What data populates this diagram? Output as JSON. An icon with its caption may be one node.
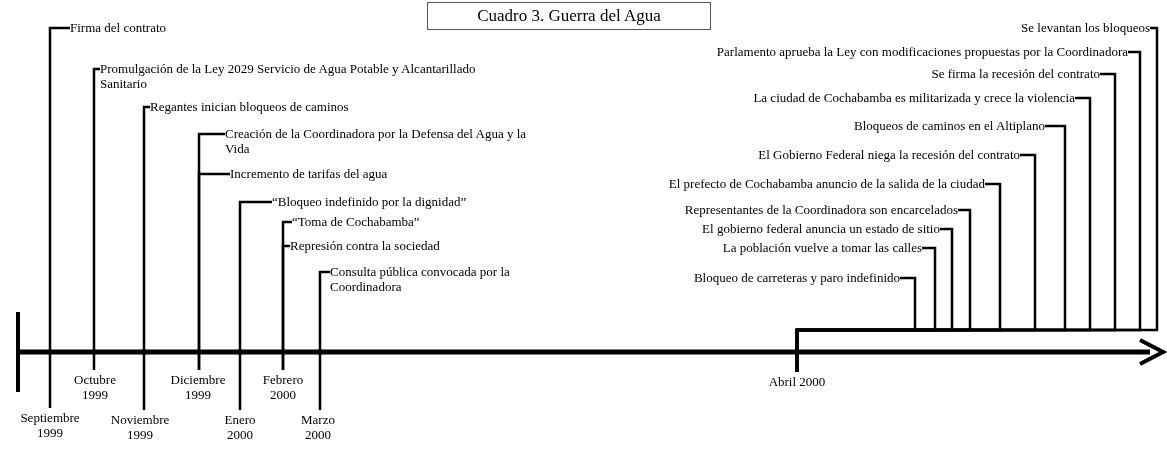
{
  "diagram": {
    "title": "Cuadro 3. Guerra del Agua",
    "nodes": [
      {
        "text": [
          "Firma del contrato"
        ]
      },
      {
        "text": [
          "Promulgación de la Ley 2029 Servicio de Agua Potable y Alcantarillado Sanitario"
        ]
      },
      {
        "text": [
          "Regantes inician bloqueos de caminos"
        ]
      },
      {
        "text": [
          "Creación de la Coordinadora por la Defensa del Agua y la Vida"
        ]
      },
      {
        "text": [
          "Incremento de tarifas del agua"
        ]
      },
      {
        "text": [
          "“Bloqueo indefinido por la dignidad”"
        ]
      },
      {
        "text": [
          "“Toma de Cochabamba”"
        ]
      },
      {
        "text": [
          "Represión contra la sociedad"
        ]
      },
      {
        "text": [
          "Consulta pública convocada por la Coordinadora"
        ]
      },
      {
        "text": [
          "Se levantan los bloqueos"
        ]
      },
      {
        "text": [
          "Parlamento aprueba la Ley con modificaciones propuestas por la Coordinadora"
        ]
      },
      {
        "text": [
          "Se firma la recesión del contrato"
        ]
      },
      {
        "text": [
          "La ciudad de Cochabamba es militarizada y crece la violencia"
        ]
      },
      {
        "text": [
          "Bloqueos de caminos en el Altiplano"
        ]
      },
      {
        "text": [
          "El Gobierno Federal niega la recesión del contrato"
        ]
      },
      {
        "text": [
          "El prefecto de Cochabamba anuncio de la salida de la ciudad"
        ]
      },
      {
        "text": [
          "Representantes de la Coordinadora son encarcelados"
        ]
      },
      {
        "text": [
          "El gobierno federal anuncia un estado de sitio"
        ]
      },
      {
        "text": [
          "La población vuelve a tomar las calles"
        ]
      },
      {
        "text": [
          "Bloqueo de carreteras y paro indefinido"
        ]
      },
      {
        "text": [
          "Septiembre 1999"
        ]
      },
      {
        "text": [
          "Octubre 1999"
        ]
      },
      {
        "text": [
          "Noviembre 1999"
        ]
      },
      {
        "text": [
          "Diciembre 1999"
        ]
      },
      {
        "text": [
          "Enero 2000"
        ]
      },
      {
        "text": [
          "Febrero 2000"
        ]
      },
      {
        "text": [
          "Marzo 2000"
        ]
      },
      {
        "text": [
          "Abril 2000"
        ]
      }
    ],
    "edges": [
      {
        "from": 0,
        "to": 20,
        "arrow": "none"
      },
      {
        "from": 1,
        "to": 21,
        "arrow": "none"
      },
      {
        "from": 2,
        "to": 22,
        "arrow": "none"
      },
      {
        "from": 3,
        "to": 23,
        "arrow": "none"
      },
      {
        "from": 4,
        "to": 23,
        "arrow": "none"
      },
      {
        "from": 5,
        "to": 24,
        "arrow": "none"
      },
      {
        "from": 6,
        "to": 25,
        "arrow": "none"
      },
      {
        "from": 7,
        "to": 25,
        "arrow": "none"
      },
      {
        "from": 8,
        "to": 26,
        "arrow": "none"
      },
      {
        "from": 9,
        "to": 27,
        "arrow": "none"
      },
      {
        "from": 10,
        "to": 27,
        "arrow": "none"
      },
      {
        "from": 11,
        "to": 27,
        "arrow": "none"
      },
      {
        "from": 12,
        "to": 27,
        "arrow": "none"
      },
      {
        "from": 13,
        "to": 27,
        "arrow": "none"
      },
      {
        "from": 14,
        "to": 27,
        "arrow": "none"
      },
      {
        "from": 15,
        "to": 27,
        "arrow": "none"
      },
      {
        "from": 16,
        "to": 27,
        "arrow": "none"
      },
      {
        "from": 17,
        "to": 27,
        "arrow": "none"
      },
      {
        "from": 18,
        "to": 27,
        "arrow": "none"
      },
      {
        "from": 19,
        "to": 27,
        "arrow": "none"
      }
    ]
  }
}
